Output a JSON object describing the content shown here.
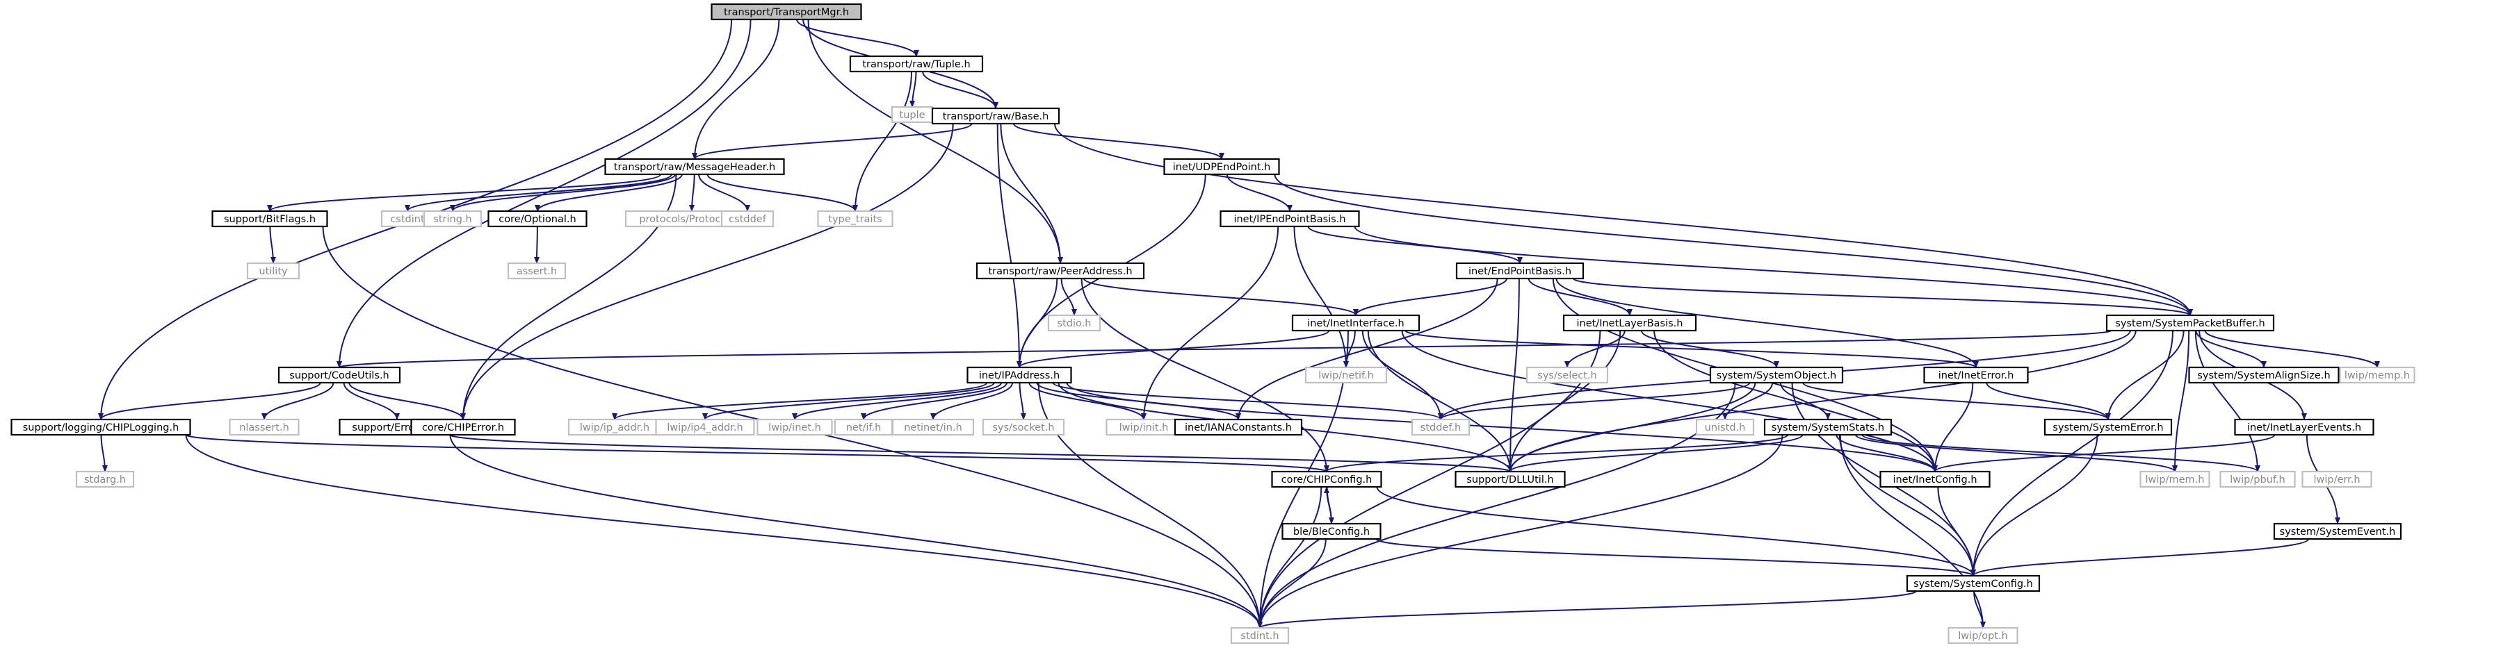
{
  "colors": {
    "edge": "#191970",
    "highlight_fill": "#bfbfbf",
    "box_fill": "#ffffff",
    "box_stroke": "#000000",
    "system_stroke": "#bfbfbf",
    "system_text": "#888888",
    "text": "#000000"
  },
  "nodes": [
    {
      "id": "TransportMgr",
      "label": "transport/TransportMgr.h",
      "kind": "highlight"
    },
    {
      "id": "Tuple",
      "label": "transport/raw/Tuple.h",
      "kind": "box"
    },
    {
      "id": "tuple",
      "label": "tuple",
      "kind": "system"
    },
    {
      "id": "Base",
      "label": "transport/raw/Base.h",
      "kind": "box"
    },
    {
      "id": "MessageHeader",
      "label": "transport/raw/MessageHeader.h",
      "kind": "box"
    },
    {
      "id": "UDPEndPoint",
      "label": "inet/UDPEndPoint.h",
      "kind": "box"
    },
    {
      "id": "BitFlags",
      "label": "support/BitFlags.h",
      "kind": "box"
    },
    {
      "id": "cstdint",
      "label": "cstdint",
      "kind": "system"
    },
    {
      "id": "string",
      "label": "string.h",
      "kind": "system"
    },
    {
      "id": "Optional",
      "label": "core/Optional.h",
      "kind": "box"
    },
    {
      "id": "protocols",
      "label": "protocols/Protocols.h",
      "kind": "system"
    },
    {
      "id": "cstddef",
      "label": "cstddef",
      "kind": "system"
    },
    {
      "id": "type_traits",
      "label": "type_traits",
      "kind": "system"
    },
    {
      "id": "IPEndPointBasis",
      "label": "inet/IPEndPointBasis.h",
      "kind": "box"
    },
    {
      "id": "utility",
      "label": "utility",
      "kind": "system"
    },
    {
      "id": "assert",
      "label": "assert.h",
      "kind": "system"
    },
    {
      "id": "PeerAddress",
      "label": "transport/raw/PeerAddress.h",
      "kind": "box"
    },
    {
      "id": "EndPointBasis",
      "label": "inet/EndPointBasis.h",
      "kind": "box"
    },
    {
      "id": "stdio",
      "label": "stdio.h",
      "kind": "system"
    },
    {
      "id": "InetInterface",
      "label": "inet/InetInterface.h",
      "kind": "box"
    },
    {
      "id": "InetLayerBasis",
      "label": "inet/InetLayerBasis.h",
      "kind": "box"
    },
    {
      "id": "SystemPacketBuffer",
      "label": "system/SystemPacketBuffer.h",
      "kind": "box"
    },
    {
      "id": "CodeUtils",
      "label": "support/CodeUtils.h",
      "kind": "box"
    },
    {
      "id": "IPAddress",
      "label": "inet/IPAddress.h",
      "kind": "box"
    },
    {
      "id": "netif",
      "label": "lwip/netif.h",
      "kind": "system"
    },
    {
      "id": "sys_select",
      "label": "sys/select.h",
      "kind": "system"
    },
    {
      "id": "SystemObject",
      "label": "system/SystemObject.h",
      "kind": "box"
    },
    {
      "id": "InetError",
      "label": "inet/InetError.h",
      "kind": "box"
    },
    {
      "id": "SystemAlignSize",
      "label": "system/SystemAlignSize.h",
      "kind": "box"
    },
    {
      "id": "memp",
      "label": "lwip/memp.h",
      "kind": "system"
    },
    {
      "id": "CHIPLogging",
      "label": "support/logging/CHIPLogging.h",
      "kind": "box"
    },
    {
      "id": "nlassert",
      "label": "nlassert.h",
      "kind": "system"
    },
    {
      "id": "ErrorStr",
      "label": "support/ErrorStr.h",
      "kind": "box"
    },
    {
      "id": "CHIPError",
      "label": "core/CHIPError.h",
      "kind": "box"
    },
    {
      "id": "ip_addr",
      "label": "lwip/ip_addr.h",
      "kind": "system"
    },
    {
      "id": "ip4_addr",
      "label": "lwip/ip4_addr.h",
      "kind": "system"
    },
    {
      "id": "lwip_inet",
      "label": "lwip/inet.h",
      "kind": "system"
    },
    {
      "id": "net_if",
      "label": "net/if.h",
      "kind": "system"
    },
    {
      "id": "netinet_in",
      "label": "netinet/in.h",
      "kind": "system"
    },
    {
      "id": "sys_socket",
      "label": "sys/socket.h",
      "kind": "system"
    },
    {
      "id": "lwip_init",
      "label": "lwip/init.h",
      "kind": "system"
    },
    {
      "id": "IANAConstants",
      "label": "inet/IANAConstants.h",
      "kind": "box"
    },
    {
      "id": "stddef",
      "label": "stddef.h",
      "kind": "system"
    },
    {
      "id": "unistd",
      "label": "unistd.h",
      "kind": "system"
    },
    {
      "id": "SystemStats",
      "label": "system/SystemStats.h",
      "kind": "box"
    },
    {
      "id": "SystemError",
      "label": "system/SystemError.h",
      "kind": "box"
    },
    {
      "id": "InetLayerEvents",
      "label": "inet/InetLayerEvents.h",
      "kind": "box"
    },
    {
      "id": "stdarg",
      "label": "stdarg.h",
      "kind": "system"
    },
    {
      "id": "CHIPConfig",
      "label": "core/CHIPConfig.h",
      "kind": "box"
    },
    {
      "id": "DLLUtil",
      "label": "support/DLLUtil.h",
      "kind": "box"
    },
    {
      "id": "InetConfig",
      "label": "inet/InetConfig.h",
      "kind": "box"
    },
    {
      "id": "lwip_mem",
      "label": "lwip/mem.h",
      "kind": "system"
    },
    {
      "id": "pbuf",
      "label": "lwip/pbuf.h",
      "kind": "system"
    },
    {
      "id": "lwip_err",
      "label": "lwip/err.h",
      "kind": "system"
    },
    {
      "id": "BleConfig",
      "label": "ble/BleConfig.h",
      "kind": "box"
    },
    {
      "id": "SystemEvent",
      "label": "system/SystemEvent.h",
      "kind": "box"
    },
    {
      "id": "SystemConfig",
      "label": "system/SystemConfig.h",
      "kind": "box"
    },
    {
      "id": "stdint",
      "label": "stdint.h",
      "kind": "system"
    },
    {
      "id": "lwip_opt",
      "label": "lwip/opt.h",
      "kind": "system"
    }
  ],
  "edges": [
    [
      "TransportMgr",
      "Tuple"
    ],
    [
      "TransportMgr",
      "Base"
    ],
    [
      "TransportMgr",
      "MessageHeader"
    ],
    [
      "TransportMgr",
      "PeerAddress"
    ],
    [
      "TransportMgr",
      "CodeUtils"
    ],
    [
      "TransportMgr",
      "CHIPLogging"
    ],
    [
      "Tuple",
      "tuple"
    ],
    [
      "Tuple",
      "Base"
    ],
    [
      "Tuple",
      "type_traits"
    ],
    [
      "Base",
      "MessageHeader"
    ],
    [
      "Base",
      "UDPEndPoint"
    ],
    [
      "Base",
      "PeerAddress"
    ],
    [
      "Base",
      "IPAddress"
    ],
    [
      "Base",
      "CHIPError"
    ],
    [
      "Base",
      "SystemPacketBuffer"
    ],
    [
      "MessageHeader",
      "BitFlags"
    ],
    [
      "MessageHeader",
      "cstdint"
    ],
    [
      "MessageHeader",
      "string"
    ],
    [
      "MessageHeader",
      "Optional"
    ],
    [
      "MessageHeader",
      "protocols"
    ],
    [
      "MessageHeader",
      "cstddef"
    ],
    [
      "MessageHeader",
      "type_traits"
    ],
    [
      "MessageHeader",
      "CHIPError"
    ],
    [
      "BitFlags",
      "utility"
    ],
    [
      "BitFlags",
      "stdint"
    ],
    [
      "Optional",
      "assert"
    ],
    [
      "UDPEndPoint",
      "IPEndPointBasis"
    ],
    [
      "UDPEndPoint",
      "IPAddress"
    ],
    [
      "UDPEndPoint",
      "SystemPacketBuffer"
    ],
    [
      "IPEndPointBasis",
      "EndPointBasis"
    ],
    [
      "IPEndPointBasis",
      "netif"
    ],
    [
      "IPEndPointBasis",
      "lwip_init"
    ],
    [
      "IPEndPointBasis",
      "SystemPacketBuffer"
    ],
    [
      "EndPointBasis",
      "InetInterface"
    ],
    [
      "EndPointBasis",
      "InetLayerBasis"
    ],
    [
      "EndPointBasis",
      "IANAConstants"
    ],
    [
      "EndPointBasis",
      "InetError"
    ],
    [
      "EndPointBasis",
      "InetConfig"
    ],
    [
      "EndPointBasis",
      "DLLUtil"
    ],
    [
      "EndPointBasis",
      "SystemPacketBuffer"
    ],
    [
      "PeerAddress",
      "stdio"
    ],
    [
      "PeerAddress",
      "IPAddress"
    ],
    [
      "PeerAddress",
      "InetInterface"
    ],
    [
      "PeerAddress",
      "CHIPConfig"
    ],
    [
      "InetInterface",
      "IPAddress"
    ],
    [
      "InetInterface",
      "netif"
    ],
    [
      "InetInterface",
      "stddef"
    ],
    [
      "InetInterface",
      "stdint"
    ],
    [
      "InetInterface",
      "InetConfig"
    ],
    [
      "InetInterface",
      "InetError"
    ],
    [
      "InetInterface",
      "DLLUtil"
    ],
    [
      "InetLayerBasis",
      "sys_select"
    ],
    [
      "InetLayerBasis",
      "SystemObject"
    ],
    [
      "InetLayerBasis",
      "InetConfig"
    ],
    [
      "InetLayerBasis",
      "DLLUtil"
    ],
    [
      "InetLayerBasis",
      "stdint"
    ],
    [
      "SystemPacketBuffer",
      "SystemAlignSize"
    ],
    [
      "SystemPacketBuffer",
      "memp"
    ],
    [
      "SystemPacketBuffer",
      "SystemError"
    ],
    [
      "SystemPacketBuffer",
      "CodeUtils"
    ],
    [
      "SystemPacketBuffer",
      "stddef"
    ],
    [
      "SystemPacketBuffer",
      "DLLUtil"
    ],
    [
      "SystemPacketBuffer",
      "pbuf"
    ],
    [
      "SystemPacketBuffer",
      "lwip_mem"
    ],
    [
      "SystemPacketBuffer",
      "SystemConfig"
    ],
    [
      "SystemPacketBuffer",
      "InetLayerEvents"
    ],
    [
      "CodeUtils",
      "CHIPLogging"
    ],
    [
      "CodeUtils",
      "nlassert"
    ],
    [
      "CodeUtils",
      "ErrorStr"
    ],
    [
      "CodeUtils",
      "CHIPError"
    ],
    [
      "CHIPLogging",
      "stdarg"
    ],
    [
      "CHIPLogging",
      "stdint"
    ],
    [
      "CHIPLogging",
      "CHIPConfig"
    ],
    [
      "ErrorStr",
      "stdint"
    ],
    [
      "ErrorStr",
      "DLLUtil"
    ],
    [
      "IPAddress",
      "ip_addr"
    ],
    [
      "IPAddress",
      "ip4_addr"
    ],
    [
      "IPAddress",
      "lwip_inet"
    ],
    [
      "IPAddress",
      "net_if"
    ],
    [
      "IPAddress",
      "netinet_in"
    ],
    [
      "IPAddress",
      "sys_socket"
    ],
    [
      "IPAddress",
      "lwip_init"
    ],
    [
      "IPAddress",
      "IANAConstants"
    ],
    [
      "IPAddress",
      "stddef"
    ],
    [
      "IPAddress",
      "stdint"
    ],
    [
      "IPAddress",
      "InetConfig"
    ],
    [
      "IPAddress",
      "DLLUtil"
    ],
    [
      "SystemObject",
      "stddef"
    ],
    [
      "SystemObject",
      "unistd"
    ],
    [
      "SystemObject",
      "SystemStats"
    ],
    [
      "SystemObject",
      "SystemError"
    ],
    [
      "SystemObject",
      "DLLUtil"
    ],
    [
      "SystemObject",
      "stdint"
    ],
    [
      "SystemObject",
      "SystemConfig"
    ],
    [
      "SystemStats",
      "CHIPConfig"
    ],
    [
      "SystemStats",
      "DLLUtil"
    ],
    [
      "SystemStats",
      "InetConfig"
    ],
    [
      "SystemStats",
      "lwip_mem"
    ],
    [
      "SystemStats",
      "pbuf"
    ],
    [
      "SystemStats",
      "SystemConfig"
    ],
    [
      "SystemStats",
      "stdint"
    ],
    [
      "SystemStats",
      "lwip_opt"
    ],
    [
      "InetError",
      "InetConfig"
    ],
    [
      "InetError",
      "SystemError"
    ],
    [
      "SystemError",
      "SystemConfig"
    ],
    [
      "InetLayerEvents",
      "InetConfig"
    ],
    [
      "InetLayerEvents",
      "SystemEvent"
    ],
    [
      "CHIPConfig",
      "BleConfig"
    ],
    [
      "CHIPConfig",
      "SystemConfig"
    ],
    [
      "CHIPConfig",
      "stdint"
    ],
    [
      "BleConfig",
      "CHIPConfig"
    ],
    [
      "BleConfig",
      "SystemConfig"
    ],
    [
      "BleConfig",
      "stdint"
    ],
    [
      "InetConfig",
      "SystemConfig"
    ],
    [
      "SystemEvent",
      "SystemConfig"
    ],
    [
      "SystemConfig",
      "lwip_opt"
    ],
    [
      "SystemConfig",
      "stdint"
    ]
  ]
}
